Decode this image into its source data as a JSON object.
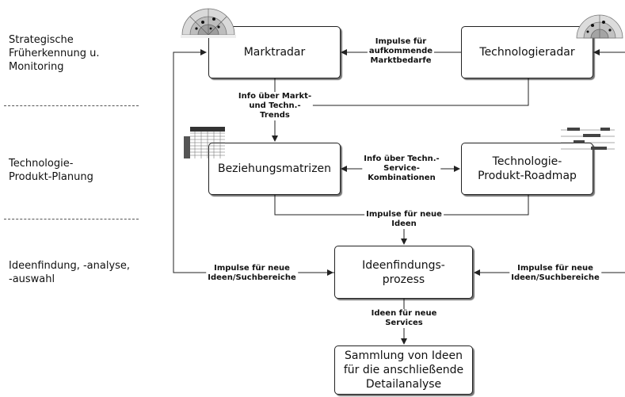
{
  "lanes": [
    {
      "label": "Strategische\nFrüherkennung u.\nMonitoring"
    },
    {
      "label": "Technologie-\nProdukt-Planung"
    },
    {
      "label": "Ideenfindung, -analyse,\n-auswahl"
    }
  ],
  "boxes": {
    "marktradar": "Marktradar",
    "technologieradar": "Technologieradar",
    "beziehungsmatrizen": "Beziehungsmatrizen",
    "roadmap": "Technologie-\nProdukt-Roadmap",
    "ideenfindung": "Ideenfindungs-\nprozess",
    "sammlung": "Sammlung von Ideen\nfür die anschließende\nDetailanalyse"
  },
  "edge_labels": {
    "impulse_markt": "Impulse für\naufkommende\nMarktbedarfe",
    "info_trends": "Info über Markt-\nund Techn.-\nTrends",
    "info_service": "Info über Techn.-\nService-\nKombinationen",
    "impulse_neue_ideen": "Impulse für neue\nIdeen",
    "impulse_links": "Impulse für neue\nIdeen/Suchbereiche",
    "impulse_rechts": "Impulse für neue\nIdeen/Suchbereiche",
    "ideen_services": "Ideen für neue\nServices"
  },
  "colors": {
    "line": "#222222",
    "shadow": "#000000"
  }
}
